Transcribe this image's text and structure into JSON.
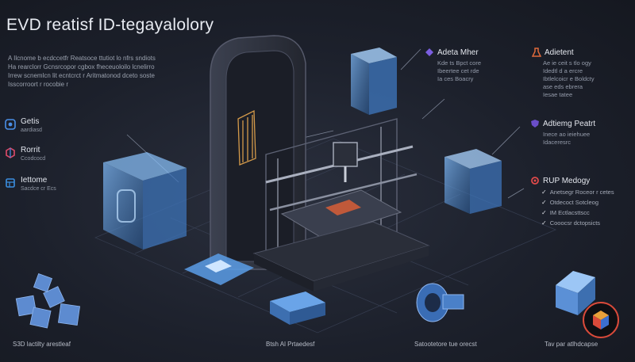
{
  "title": "EVD reatisf ID-tegayalolory",
  "intro_lines": [
    "A Ilcnome b ecdccetfr Reatsoce ttutiot lo nfrs sndiots",
    "Ha rearclorr Gcnsrcopor cgbox fheceuoloilo lcnelirro",
    "Irrew scnemlcn lit ecntcrct r Aritmatonod dceto soste",
    "Isscorroort r rocobie r"
  ],
  "left_items": [
    {
      "label": "Getis",
      "sub": "aardiasd",
      "icon": "gear-icon",
      "color": "#4a8fe8"
    },
    {
      "label": "Rorrit",
      "sub": "Ccodcocd",
      "icon": "printer-icon",
      "color": "#e04b6a"
    },
    {
      "label": "Iettome",
      "sub": "Sacdce cr Ecs",
      "icon": "box-icon",
      "color": "#3b8ee0"
    }
  ],
  "right_items": [
    {
      "title": "Adeta Mher",
      "lines": [
        "Kde ts Bpct core",
        "Ibeertee cet rde",
        "Ia ces Boacry"
      ],
      "icon": "diamond-icon",
      "color": "#7b5ee0"
    },
    {
      "title": "Adietent",
      "lines": [
        "Ae ie ceit s tlo ogy",
        "Idedtl d a ercre",
        "Ibtlelcoicr e Boldcty",
        "ase eds ebrera",
        "Iesae tatee"
      ],
      "icon": "flask-icon",
      "color": "#e06a3b"
    },
    {
      "title": "Adtiemg Peatrt",
      "lines": [
        "Inece ao ieiehuee",
        "Idaceresrc"
      ],
      "icon": "shield-icon",
      "color": "#6a4ec8"
    },
    {
      "title": "RUP Medogy",
      "lines": [
        "Anetsegr Roceor r cetes",
        "Otdecoct Sotcleog",
        "IM Ectlacsttscc",
        "Cooocsr dctopsicts"
      ],
      "icon": "gear-flag-icon",
      "color": "#e04a4a"
    }
  ],
  "captions": [
    "S3D lactilty arestleaf",
    "Btsh Al Prtaedesf",
    "Satootetore tue orecst",
    "Tav par atlhdcapse"
  ]
}
